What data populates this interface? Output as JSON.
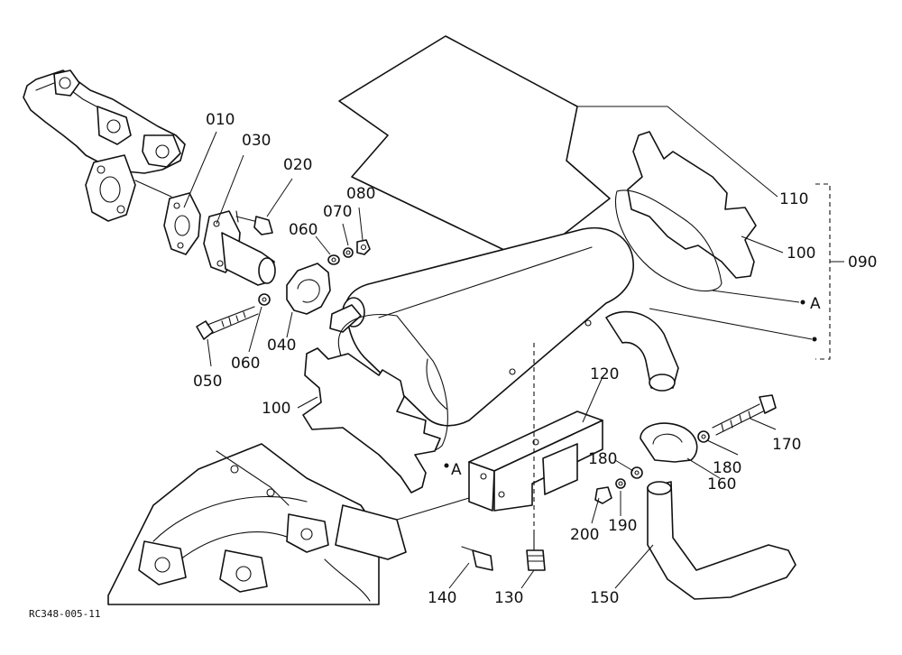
{
  "figure_code": "RC348-005-11",
  "callouts": [
    {
      "id": "p010",
      "text": "010"
    },
    {
      "id": "p030",
      "text": "030"
    },
    {
      "id": "p020",
      "text": "020"
    },
    {
      "id": "p060a",
      "text": "060"
    },
    {
      "id": "p070",
      "text": "070"
    },
    {
      "id": "p080",
      "text": "080"
    },
    {
      "id": "p110",
      "text": "110"
    },
    {
      "id": "p100a",
      "text": "100"
    },
    {
      "id": "p090",
      "text": "090"
    },
    {
      "id": "pA1",
      "text": "A"
    },
    {
      "id": "p050",
      "text": "050"
    },
    {
      "id": "p060b",
      "text": "060"
    },
    {
      "id": "p040",
      "text": "040"
    },
    {
      "id": "p100b",
      "text": "100"
    },
    {
      "id": "pA2",
      "text": "A"
    },
    {
      "id": "p120",
      "text": "120"
    },
    {
      "id": "p170",
      "text": "170"
    },
    {
      "id": "p180a",
      "text": "180"
    },
    {
      "id": "p180b",
      "text": "180"
    },
    {
      "id": "p160",
      "text": "160"
    },
    {
      "id": "p200",
      "text": "200"
    },
    {
      "id": "p190",
      "text": "190"
    },
    {
      "id": "p140",
      "text": "140"
    },
    {
      "id": "p130",
      "text": "130"
    },
    {
      "id": "p150",
      "text": "150"
    }
  ]
}
